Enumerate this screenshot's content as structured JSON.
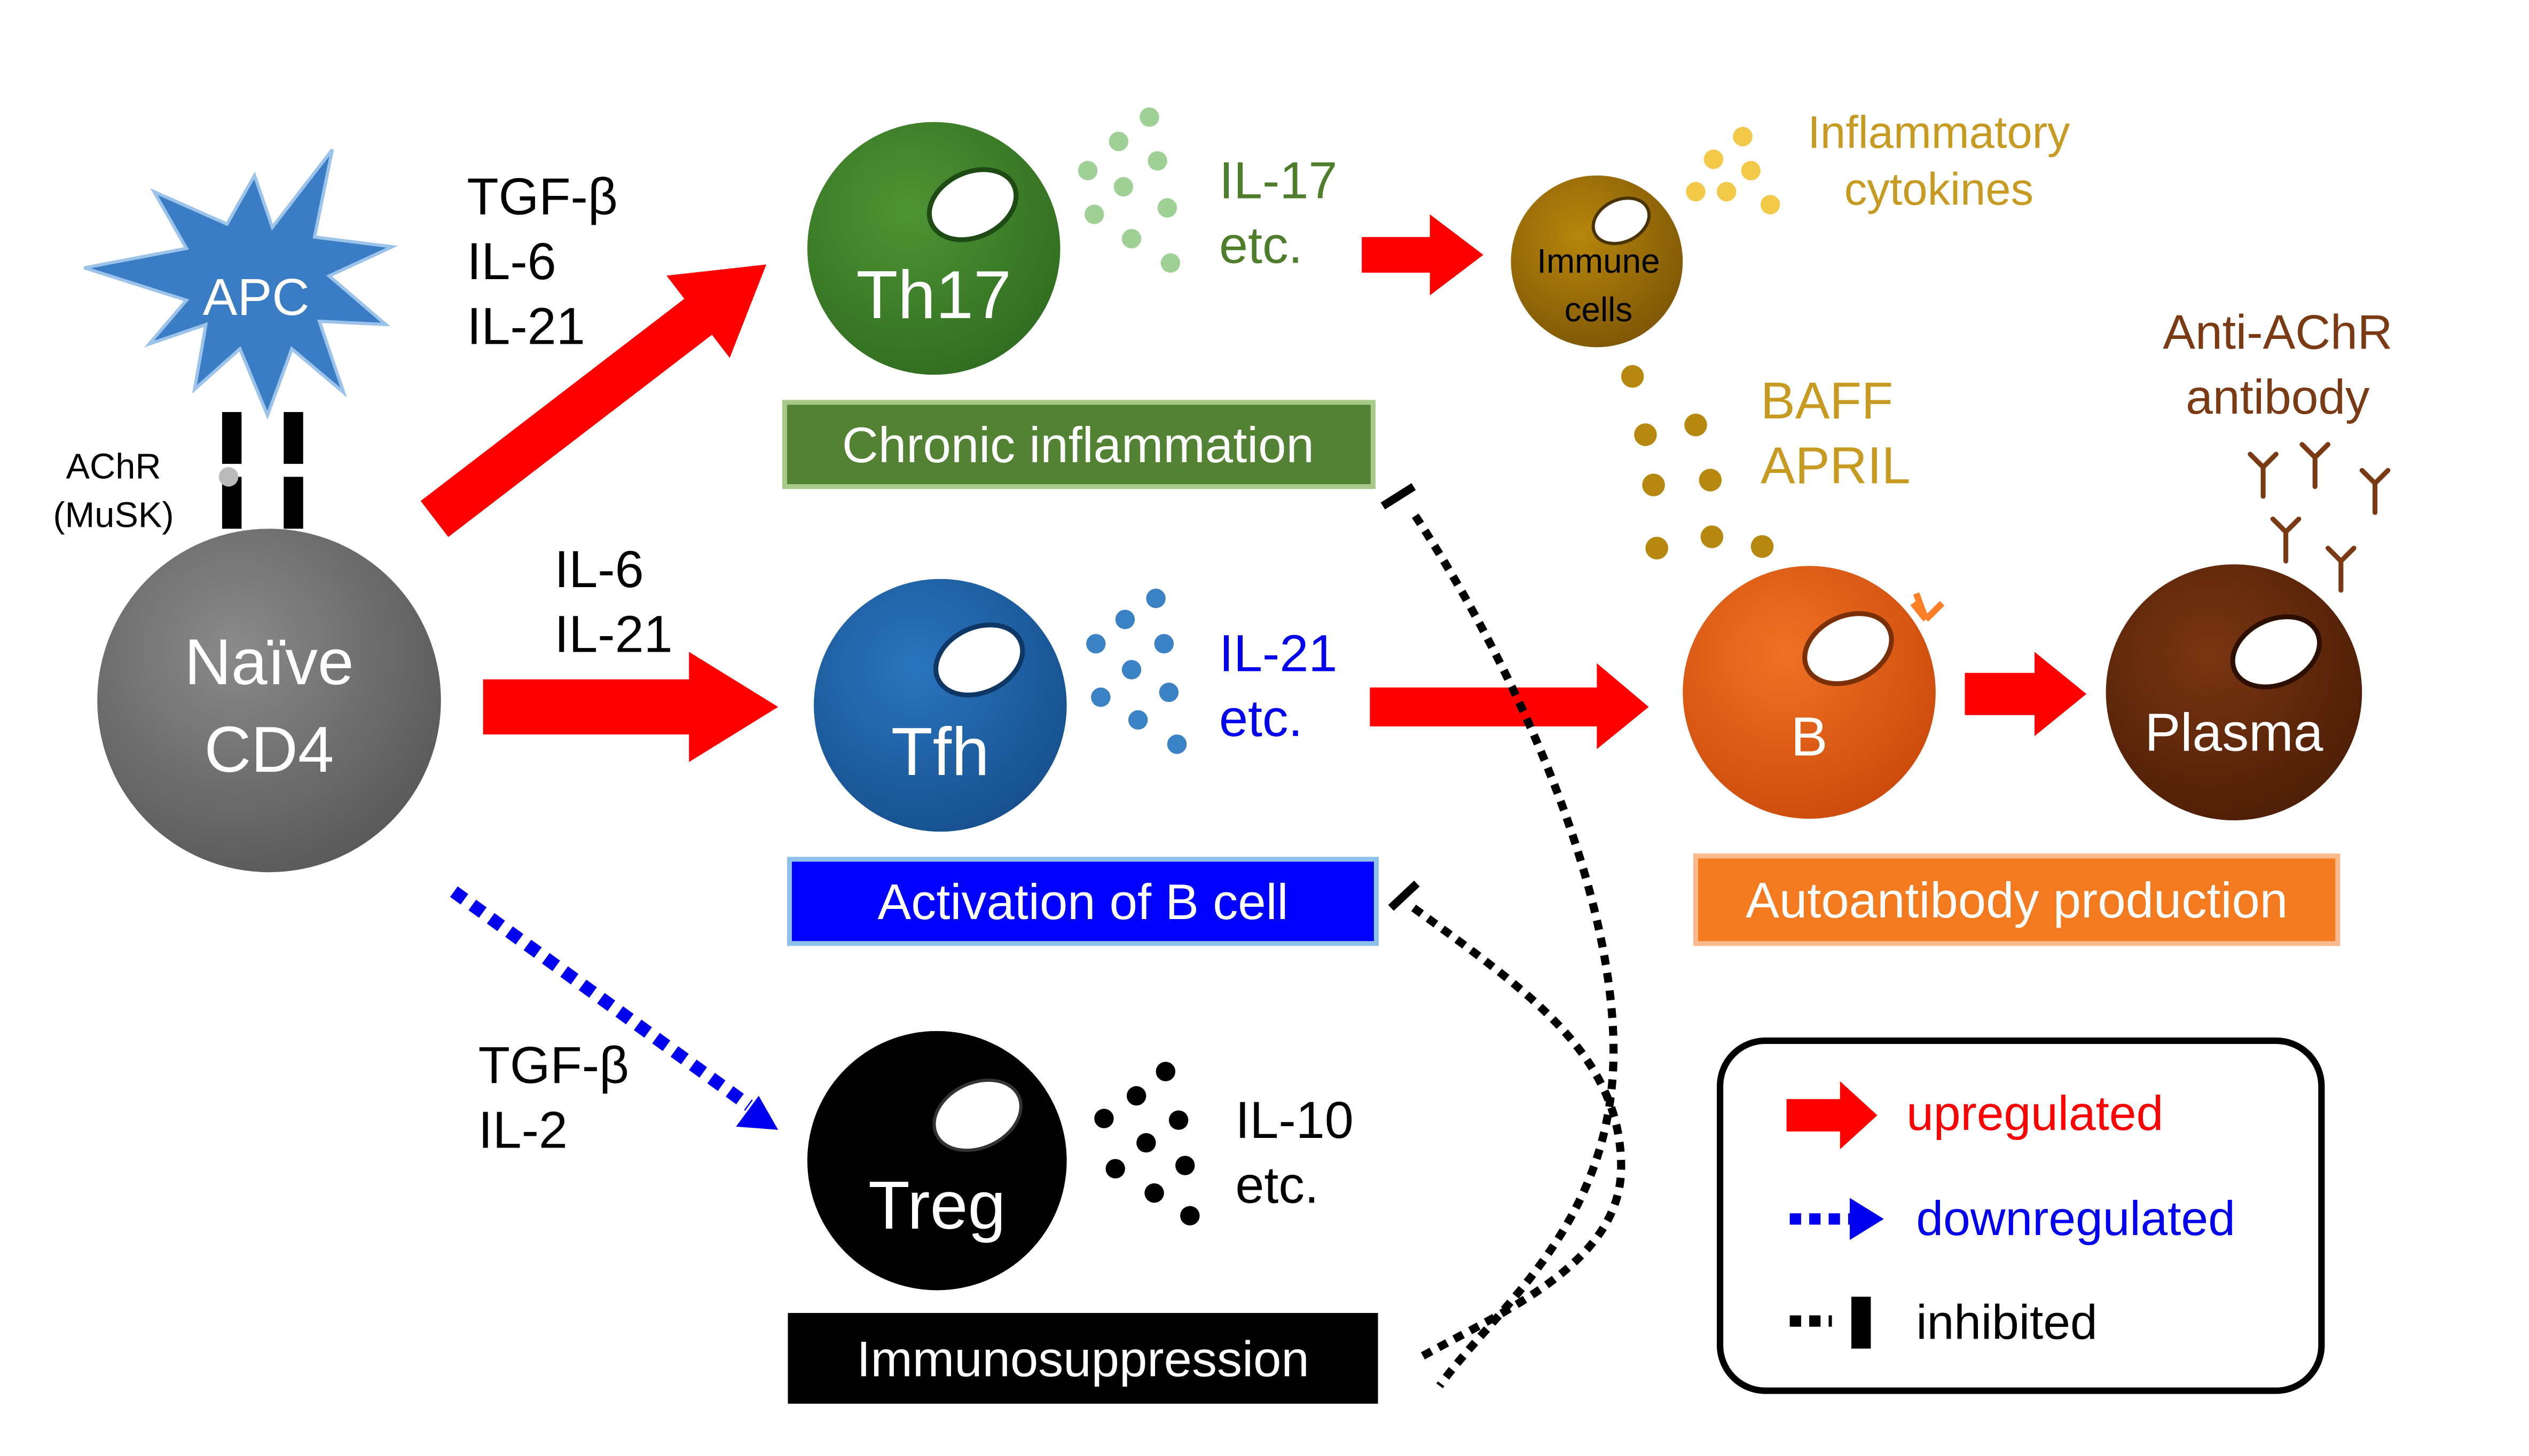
{
  "colors": {
    "red_arrow": "#ff0000",
    "blue_dotted": "#0000ee",
    "black_dotted": "#000000",
    "th17": "#3f7f2a",
    "th17_box": "#548235",
    "tfh": "#1f5fa6",
    "tfh_box": "#0000ff",
    "treg": "#000000",
    "b_cell": "#e45d12",
    "plasma": "#5e2607",
    "auto_box": "#f47a20",
    "immune": "#9b6b08",
    "apc": "#3d7fc4",
    "naive": "#6f6f6f"
  },
  "nodes": {
    "apc": "APC",
    "naive_line1": "Naïve",
    "naive_line2": "CD4",
    "th17": "Th17",
    "tfh": "Tfh",
    "treg": "Treg",
    "immune_line1": "Immune",
    "immune_line2": "cells",
    "b": "B",
    "plasma": "Plasma"
  },
  "labels": {
    "achr_line1": "AChR",
    "achr_line2": "(MuSK)",
    "th17_inducers": [
      "TGF-β",
      "IL-6",
      "IL-21"
    ],
    "tfh_inducers": [
      "IL-6",
      "IL-21"
    ],
    "treg_inducers": [
      "TGF-β",
      "IL-2"
    ],
    "th17_cytokines": [
      "IL-17",
      "etc."
    ],
    "tfh_cytokines": [
      "IL-21",
      "etc."
    ],
    "treg_cytokines": [
      "IL-10",
      "etc."
    ],
    "inflammatory": [
      "Inflammatory",
      "cytokines"
    ],
    "baff_april": [
      "BAFF",
      "APRIL"
    ],
    "antibody": [
      "Anti-AChR",
      "antibody"
    ]
  },
  "boxes": {
    "chronic": "Chronic inflammation",
    "activation": "Activation of B cell",
    "immuno": "Immunosuppression",
    "autoantibody": "Autoantibody production"
  },
  "legend": {
    "upregulated": "upregulated",
    "downregulated": "downregulated",
    "inhibited": "inhibited"
  }
}
